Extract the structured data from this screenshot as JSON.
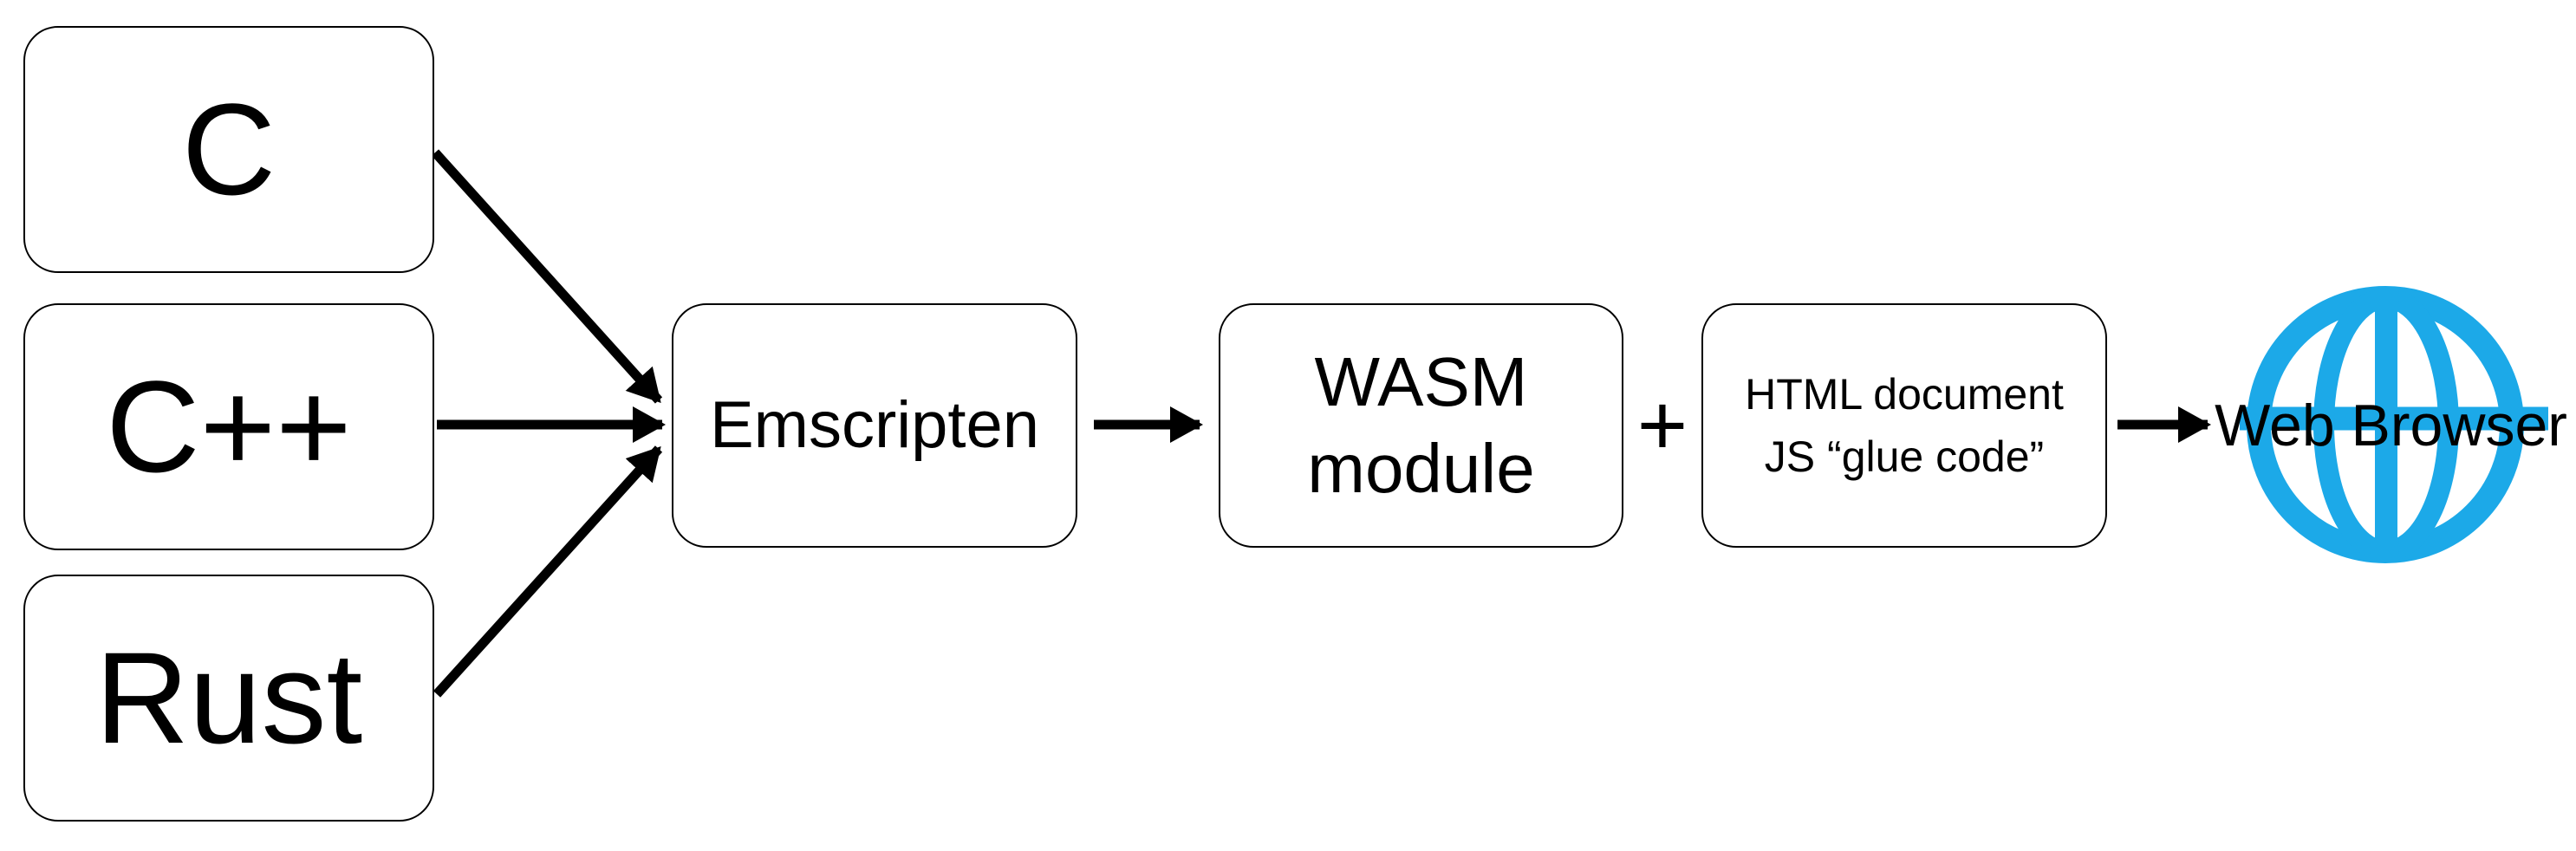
{
  "nodes": {
    "c": {
      "label": "C"
    },
    "cpp": {
      "label": "C++"
    },
    "rust": {
      "label": "Rust"
    },
    "emscripten": {
      "label": "Emscripten"
    },
    "wasm": {
      "line1": "WASM",
      "line2": "module"
    },
    "html": {
      "line1": "HTML document",
      "line2": "JS “glue code”"
    },
    "browser": {
      "label": "Web Browser"
    }
  },
  "operators": {
    "plus": "+"
  },
  "icons": {
    "globe": "globe-icon"
  },
  "colors": {
    "globe_blue": "#1CA9E8",
    "arrow": "#000000",
    "box_border": "#000000",
    "box_fill": "#FFFFFF",
    "text": "#000000",
    "background": "#FFFFFF"
  }
}
